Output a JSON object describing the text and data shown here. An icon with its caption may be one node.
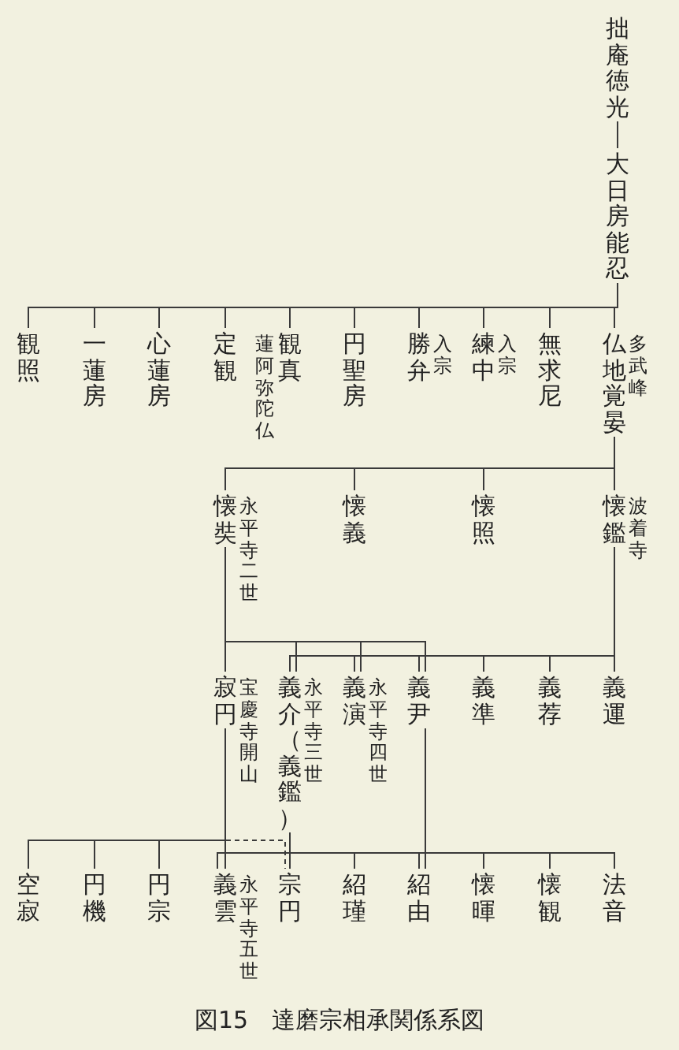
{
  "diagram": {
    "caption": "図15　達磨宗相承関係系図",
    "nodes": [
      {
        "text": [
          "拙庵徳光"
        ]
      },
      {
        "text": [
          "大日房能忍"
        ]
      },
      {
        "text": [
          "観照"
        ]
      },
      {
        "text": [
          "一蓮房"
        ]
      },
      {
        "text": [
          "心蓮房"
        ]
      },
      {
        "text": [
          "定観"
        ]
      },
      {
        "text": [
          "観真"
        ],
        "beside": [
          "蓮阿弥陀仏"
        ]
      },
      {
        "text": [
          "円聖房"
        ]
      },
      {
        "text": [
          "勝弁"
        ],
        "beside": [
          "入宗"
        ]
      },
      {
        "text": [
          "練中"
        ],
        "beside": [
          "入宗"
        ]
      },
      {
        "text": [
          "無求尼"
        ]
      },
      {
        "text": [
          "仏地覚晏"
        ],
        "beside": [
          "多武峰"
        ]
      },
      {
        "text": [
          "懐奘"
        ],
        "beside": [
          "永平寺二世"
        ]
      },
      {
        "text": [
          "懐義"
        ]
      },
      {
        "text": [
          "懐照"
        ]
      },
      {
        "text": [
          "懐鑑"
        ],
        "beside": [
          "波着寺"
        ]
      },
      {
        "text": [
          "寂円"
        ],
        "beside": [
          "宝慶寺開山"
        ]
      },
      {
        "text": [
          "義介（義鑑）"
        ],
        "beside": [
          "永平寺三世"
        ]
      },
      {
        "text": [
          "義演"
        ],
        "beside": [
          "永平寺四世"
        ]
      },
      {
        "text": [
          "義尹"
        ]
      },
      {
        "text": [
          "義準"
        ]
      },
      {
        "text": [
          "義荐"
        ]
      },
      {
        "text": [
          "義運"
        ]
      },
      {
        "text": [
          "空寂"
        ]
      },
      {
        "text": [
          "円機"
        ]
      },
      {
        "text": [
          "円宗"
        ]
      },
      {
        "text": [
          "義雲"
        ],
        "beside": [
          "永平寺五世"
        ]
      },
      {
        "text": [
          "宗円"
        ]
      },
      {
        "text": [
          "紹瑾"
        ]
      },
      {
        "text": [
          "紹由"
        ]
      },
      {
        "text": [
          "懐暉"
        ]
      },
      {
        "text": [
          "懐観"
        ]
      },
      {
        "text": [
          "法音"
        ]
      }
    ],
    "edges": [
      {
        "from": 0,
        "to": 1,
        "arrow": "none"
      },
      {
        "from": 1,
        "to": 2,
        "arrow": "none"
      },
      {
        "from": 1,
        "to": 3,
        "arrow": "none"
      },
      {
        "from": 1,
        "to": 4,
        "arrow": "none"
      },
      {
        "from": 1,
        "to": 5,
        "arrow": "none"
      },
      {
        "from": 1,
        "to": 6,
        "arrow": "none"
      },
      {
        "from": 1,
        "to": 7,
        "arrow": "none"
      },
      {
        "from": 1,
        "to": 8,
        "arrow": "none"
      },
      {
        "from": 1,
        "to": 9,
        "arrow": "none"
      },
      {
        "from": 1,
        "to": 10,
        "arrow": "none"
      },
      {
        "from": 1,
        "to": 11,
        "arrow": "none"
      },
      {
        "from": 11,
        "to": 12,
        "arrow": "none"
      },
      {
        "from": 11,
        "to": 13,
        "arrow": "none"
      },
      {
        "from": 11,
        "to": 14,
        "arrow": "none"
      },
      {
        "from": 11,
        "to": 15,
        "arrow": "none"
      },
      {
        "from": 12,
        "to": 16,
        "arrow": "none"
      },
      {
        "from": 12,
        "to": 17,
        "arrow": "none"
      },
      {
        "from": 12,
        "to": 18,
        "arrow": "none"
      },
      {
        "from": 12,
        "to": 19,
        "arrow": "none"
      },
      {
        "from": 15,
        "to": 17,
        "arrow": "none"
      },
      {
        "from": 15,
        "to": 18,
        "arrow": "none"
      },
      {
        "from": 15,
        "to": 19,
        "arrow": "none"
      },
      {
        "from": 15,
        "to": 20,
        "arrow": "none"
      },
      {
        "from": 15,
        "to": 21,
        "arrow": "none"
      },
      {
        "from": 15,
        "to": 22,
        "arrow": "none"
      },
      {
        "from": 16,
        "to": 23,
        "arrow": "none"
      },
      {
        "from": 16,
        "to": 24,
        "arrow": "none"
      },
      {
        "from": 16,
        "to": 25,
        "arrow": "none"
      },
      {
        "from": 16,
        "to": 26,
        "arrow": "none"
      },
      {
        "from": 16,
        "to": 27,
        "arrow": "none",
        "style": "dashed"
      },
      {
        "from": 17,
        "to": 26,
        "arrow": "none"
      },
      {
        "from": 17,
        "to": 27,
        "arrow": "none"
      },
      {
        "from": 17,
        "to": 28,
        "arrow": "none"
      },
      {
        "from": 17,
        "to": 29,
        "arrow": "none"
      },
      {
        "from": 17,
        "to": 30,
        "arrow": "none"
      },
      {
        "from": 17,
        "to": 31,
        "arrow": "none"
      },
      {
        "from": 17,
        "to": 32,
        "arrow": "none"
      },
      {
        "from": 19,
        "to": 29,
        "arrow": "none"
      }
    ]
  }
}
